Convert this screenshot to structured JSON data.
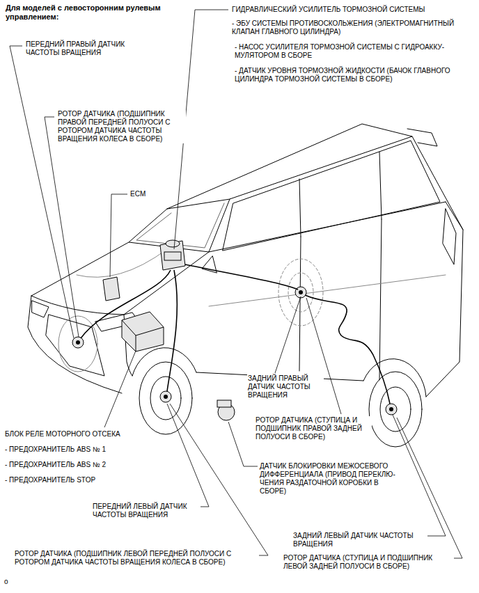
{
  "diagram": {
    "title": "Для моделей с левосторонним рулевым управлением:",
    "labels": [
      "ГИДРАВЛИЧЕСКИЙ УСИЛИТЕЛЬ ТОРМОЗНОЙ СИСТЕМЫ",
      "- ЭБУ СИСТЕМЫ ПРОТИВОСКОЛЬЖЕНИЯ (ЭЛЕКТРОМАГНИТНЫЙ КЛАПАН ГЛАВНОГО ЦИЛИНДРА)",
      "- НАСОС УСИЛИТЕЛЯ ТОРМОЗНОЙ СИСТЕМЫ С ГИДРОАККУ- МУЛЯТОРОМ В СБОРЕ",
      "- ДАТЧИК УРОВНЯ ТОРМОЗНОЙ ЖИДКОСТИ (БАЧОК ГЛАВНОГО ЦИЛИНДРА ТОРМОЗНОЙ СИСТЕМЫ В СБОРЕ)",
      "ПЕРЕДНИЙ ПРАВЫЙ ДАТЧИК ЧАСТОТЫ ВРАЩЕНИЯ",
      "РОТОР ДАТЧИКА (ПОДШИПНИК ПРАВОЙ ПЕРЕДНЕЙ ПОЛУОСИ С РОТОРОМ ДАТЧИКА ЧАСТОТЫ ВРАЩЕНИЯ КОЛЕСА В СБОРЕ)",
      "ECM",
      "ЗАДНИЙ ПРАВЫЙ ДАТЧИК ЧАСТОТЫ ВРАЩЕНИЯ",
      "РОТОР ДАТЧИКА (СТУПИЦА И ПОДШИПНИК ПРАВОЙ ЗАДНЕЙ ПОЛУОСИ В СБОРЕ)",
      "БЛОК РЕЛЕ МОТОРНОГО ОТСЕКА",
      "- ПРЕДОХРАНИТЕЛЬ ABS № 1",
      "- ПРЕДОХРАНИТЕЛЬ ABS № 2",
      "- ПРЕДОХРАНИТЕЛЬ STOP",
      "ДАТЧИК БЛОКИРОВКИ МЕЖОСЕВОГО ДИФФЕРЕНЦИАЛА (ПРИВОД ПЕРЕКЛЮ- ЧЕНИЯ РАЗДАТОЧНОЙ КОРОБКИ В СБОРЕ)",
      "ПЕРЕДНИЙ ЛЕВЫЙ ДАТЧИК ЧАСТОТЫ ВРАЩЕНИЯ",
      "ЗАДНИЙ ЛЕВЫЙ ДАТЧИК ЧАСТОТЫ ВРАЩЕНИЯ",
      "РОТОР ДАТЧИКА (ПОДШИПНИК ЛЕВОЙ ПЕРЕДНЕЙ ПОЛУОСИ С РОТОРОМ ДАТЧИКА ЧАСТОТЫ ВРАЩЕНИЯ КОЛЕСА В СБОРЕ)",
      "РОТОР ДАТЧИКА (СТУПИЦА И ПОДШИПНИК ЛЕВОЙ ЗАДНЕЙ ПОЛУОСИ В СБОРЕ)",
      "o"
    ]
  }
}
